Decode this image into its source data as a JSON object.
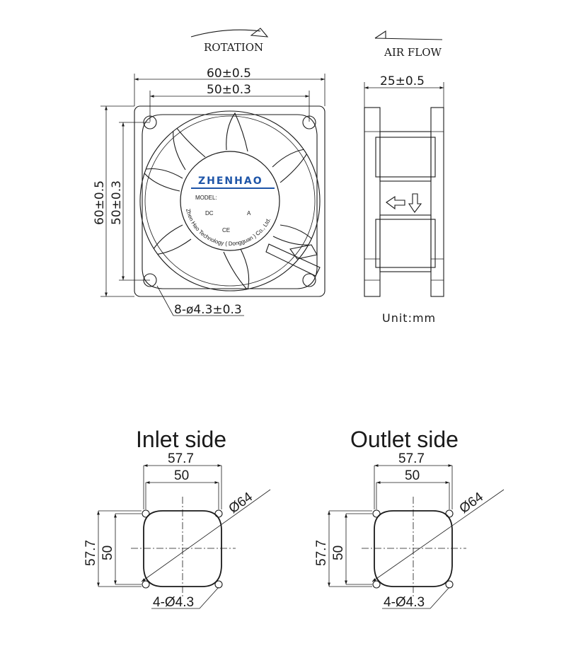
{
  "front_view": {
    "rotation_label": "ROTATION",
    "dim_overall_width": "60±0.5",
    "dim_hole_width": "50±0.3",
    "dim_overall_height": "60±0.5",
    "dim_hole_height": "50±0.3",
    "dim_holes": "8-ø4.3±0.3",
    "label": {
      "brand": "ZHENHAO",
      "model": "MODEL:",
      "dc": "DC",
      "a": "A",
      "ce": "CE",
      "company": "Zhen Hao Technology ( Dongguan ) Co., Ltd."
    }
  },
  "side_view": {
    "airflow_label": "AIR FLOW",
    "dim_depth": "25±0.5",
    "unit": "Unit:mm"
  },
  "inlet": {
    "title": "Inlet side",
    "dim_top_outer": "57.7",
    "dim_top_inner": "50",
    "dim_left_outer": "57.7",
    "dim_left_inner": "50",
    "dim_diameter": "Ø64",
    "dim_holes": "4-Ø4.3"
  },
  "outlet": {
    "title": "Outlet side",
    "dim_top_outer": "57.7",
    "dim_top_inner": "50",
    "dim_left_outer": "57.7",
    "dim_left_inner": "50",
    "dim_diameter": "Ø64",
    "dim_holes": "4-Ø4.3"
  },
  "colors": {
    "line": "#1a1a1a",
    "brand": "#1e55a8"
  }
}
